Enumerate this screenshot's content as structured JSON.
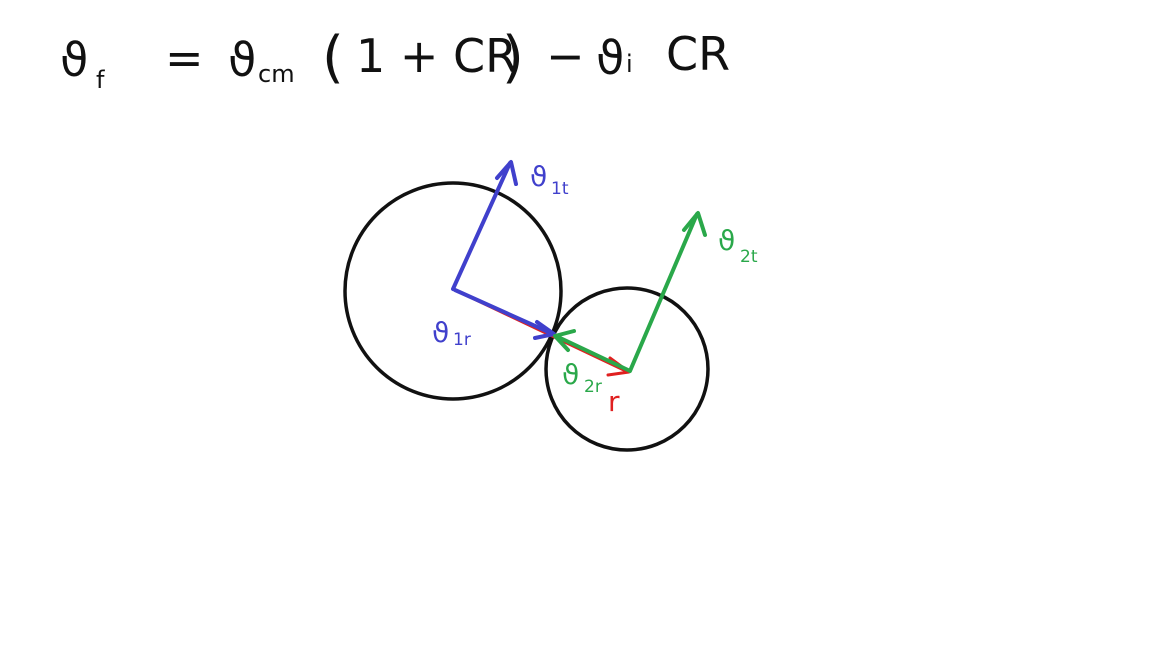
{
  "equation": {
    "lhs_symbol": "ϑ",
    "lhs_subscript": "f",
    "equals": "=",
    "term1_symbol": "ϑ",
    "term1_subscript": "cm",
    "open_paren": "(",
    "inner": "1 + CR",
    "close_paren": ")",
    "minus": "−",
    "term2_symbol": "ϑ",
    "term2_subscript": "i",
    "term2_factor": "CR"
  },
  "labels": {
    "v1t": {
      "symbol": "ϑ",
      "subscript": "1t"
    },
    "v1r": {
      "symbol": "ϑ",
      "subscript": "1r"
    },
    "v2t": {
      "symbol": "ϑ",
      "subscript": "2t"
    },
    "v2r": {
      "symbol": "ϑ",
      "subscript": "2r"
    },
    "r": "r"
  },
  "colors": {
    "ink": "#111111",
    "blue": "#4040cc",
    "green": "#2aa84a",
    "red": "#e02020"
  }
}
